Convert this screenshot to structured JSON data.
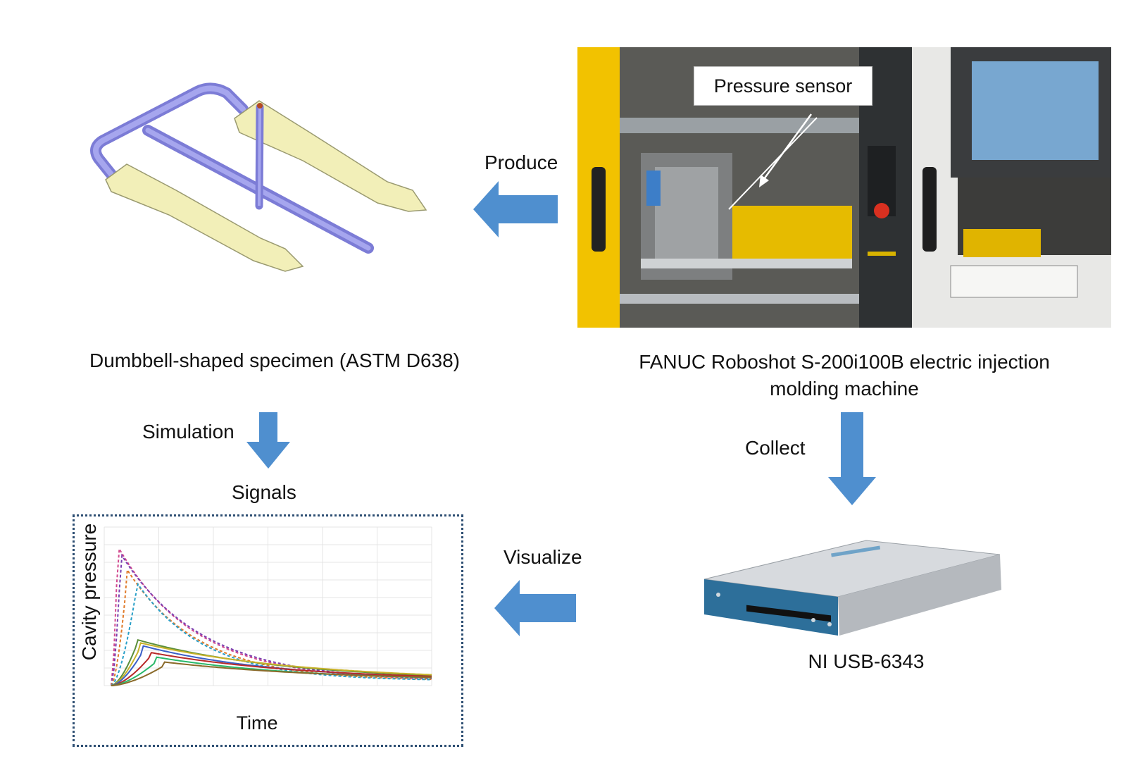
{
  "labels": {
    "produce": "Produce",
    "pressure_sensor": "Pressure sensor",
    "specimen_caption": "Dumbbell-shaped specimen (ASTM D638)",
    "machine_caption_line1": "FANUC Roboshot S-200i100B electric injection",
    "machine_caption_line2": "molding machine",
    "simulation": "Simulation",
    "collect": "Collect",
    "signals": "Signals",
    "visualize": "Visualize",
    "daq_caption": "NI USB-6343"
  },
  "chart_data": {
    "type": "line",
    "ylabel": "Cavity pressure",
    "xlabel": "Time",
    "grid": true
  },
  "colors": {
    "arrow": "#4f8fcf",
    "runner": "#8f8fe0",
    "specimen": "#f2efb8",
    "machine_yellow": "#f2c200",
    "daq_body": "#c9ccd0",
    "daq_front": "#2d6f9a"
  }
}
